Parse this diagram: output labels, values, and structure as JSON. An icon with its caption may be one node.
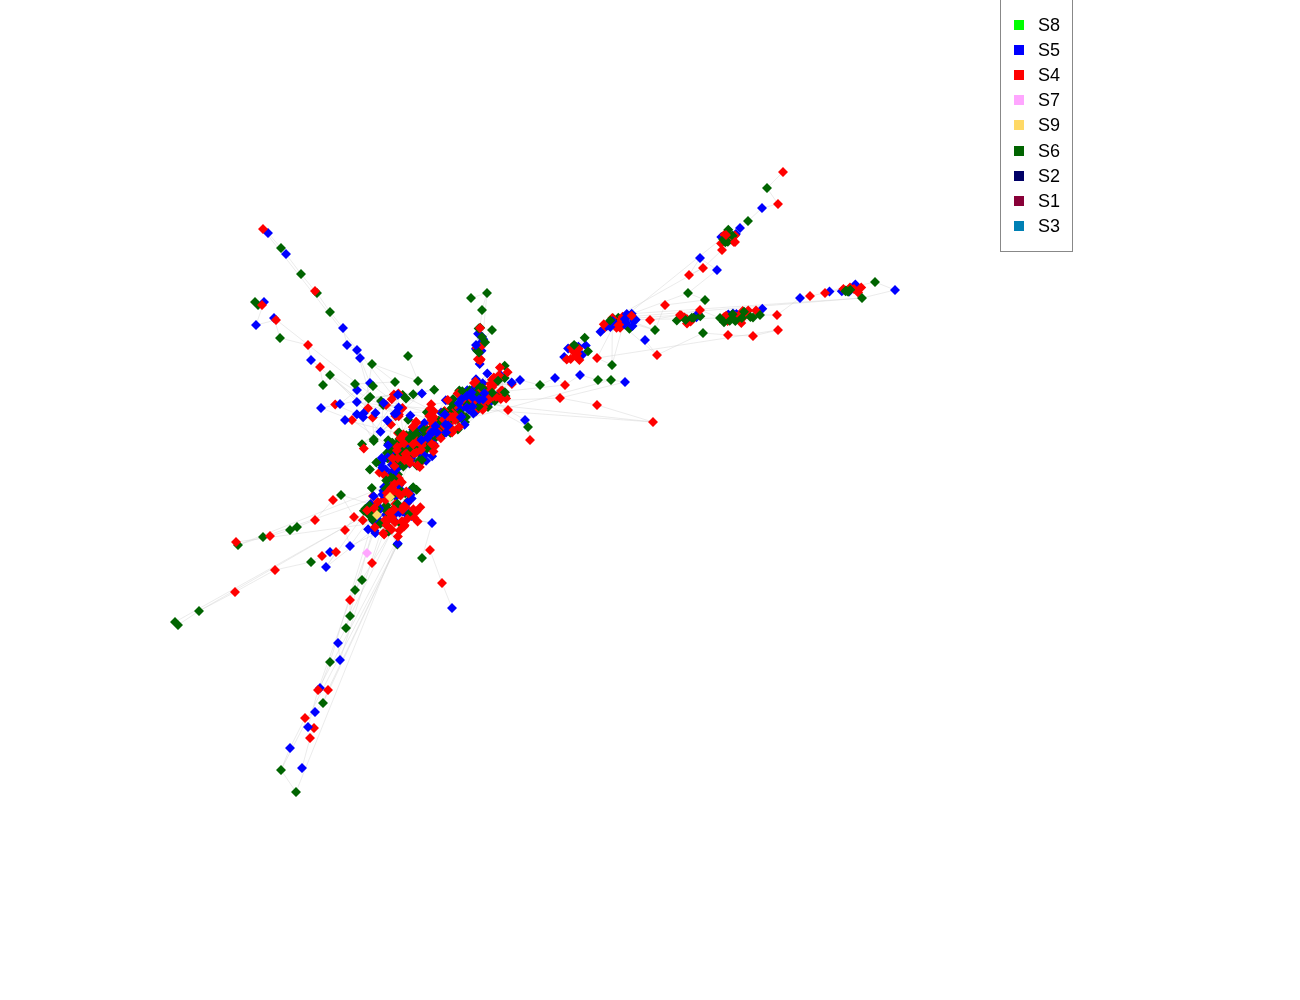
{
  "diagram": {
    "legend": [
      {
        "text": "S8",
        "color": "#00ff00"
      },
      {
        "text": "S5",
        "color": "#0000ff"
      },
      {
        "text": "S4",
        "color": "#ff0000"
      },
      {
        "text": "S7",
        "color": "#ffa6ff"
      },
      {
        "text": "S9",
        "color": "#ffd966"
      },
      {
        "text": "S6",
        "color": "#006400"
      },
      {
        "text": "S2",
        "color": "#000066"
      },
      {
        "text": "S1",
        "color": "#880038"
      },
      {
        "text": "S3",
        "color": "#0080b4"
      }
    ]
  }
}
